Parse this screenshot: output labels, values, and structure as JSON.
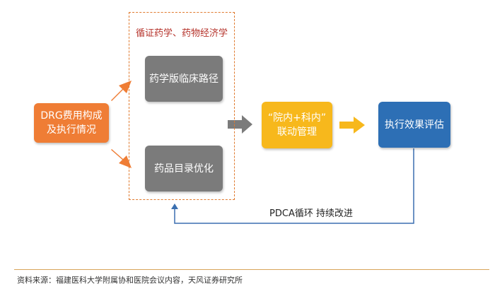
{
  "colors": {
    "orange": "#ef7d35",
    "gray": "#7b7b7b",
    "yellow": "#f7b81c",
    "blue": "#2d6fb5",
    "dashed": "#e07a2e",
    "title_red": "#b5322a",
    "loop_line": "#3b6fb0"
  },
  "nodes": {
    "drg": {
      "line1": "DRG费用构成",
      "line2": "及执行情况"
    },
    "pathway": {
      "label": "药学版临床路径"
    },
    "catalog": {
      "label": "药品目录优化"
    },
    "linkage": {
      "line1": "“院内+科内”",
      "line2": "联动管理"
    },
    "evaluation": {
      "label": "执行效果评估"
    }
  },
  "group_title": "循证药学、药物经济学",
  "loop_label": "PDCA循环 持续改进",
  "source": "资料来源：福建医科大学附属协和医院会议内容，天风证券研究所"
}
